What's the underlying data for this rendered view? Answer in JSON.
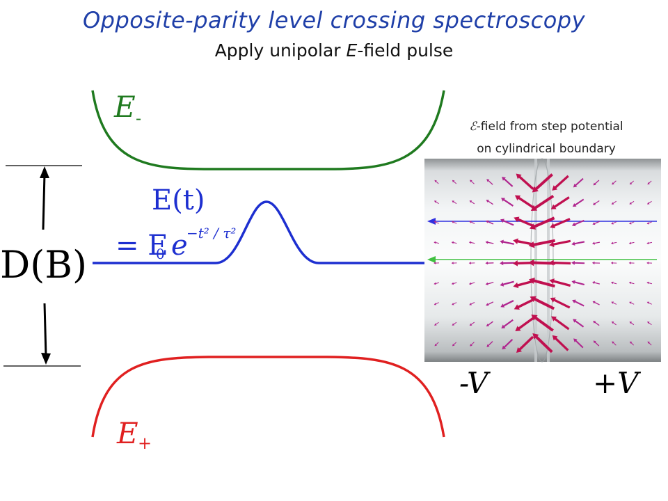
{
  "title": "Opposite-parity level crossing spectroscopy",
  "subtitle": {
    "prefix": "Apply unipolar ",
    "emph": "E",
    "suffix": "-field pulse"
  },
  "levels": {
    "upper_label": "E",
    "upper_sub": "-",
    "lower_label": "E",
    "lower_sub": "+",
    "upper_color": "#1f7a1f",
    "lower_color": "#e02020",
    "pulse_color": "#1d2fd0"
  },
  "splitting_label": "D(B)",
  "pulse_formula": {
    "line1": "E(t)",
    "eq": "= E",
    "sub0": "0",
    "e": "e",
    "exponent": "−t² / τ²"
  },
  "field_caption": {
    "symbol": "ℰ",
    "line1_suffix": "-field from step potential",
    "line2": "on cylindrical boundary"
  },
  "potentials": {
    "left": "-V",
    "right": "+V"
  },
  "colors": {
    "title": "#1f3fa8",
    "arrow": "#b0268f",
    "arrow_strong": "#c01050",
    "field_line_blue": "#3030e0",
    "field_line_green": "#40c040"
  }
}
